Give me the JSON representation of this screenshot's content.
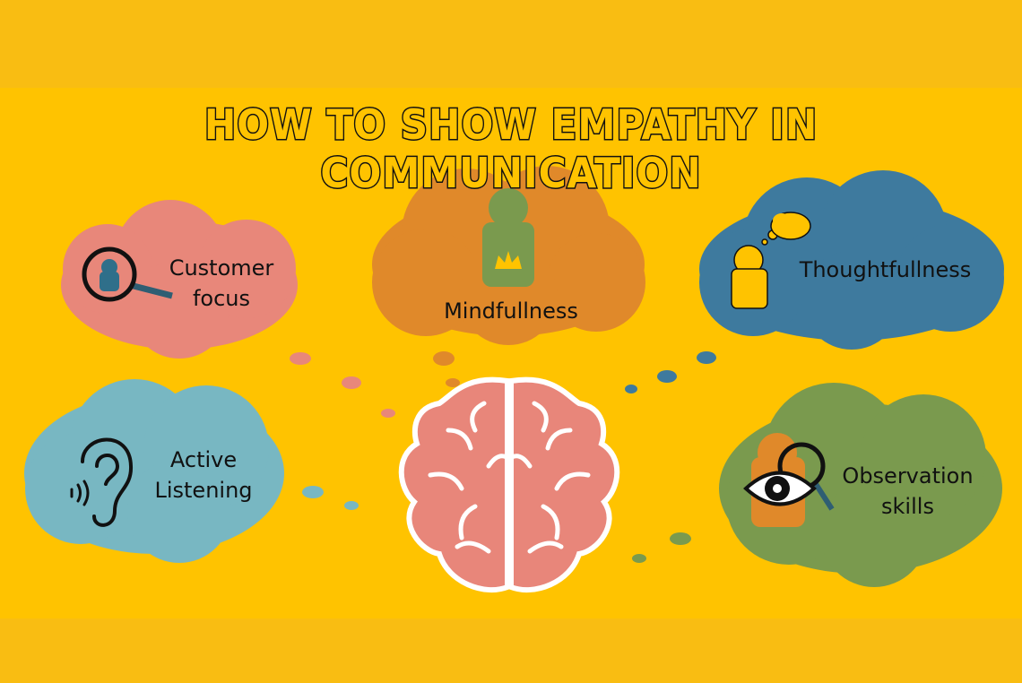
{
  "title": "How to Show Empathy in Communication",
  "items": [
    {
      "label_line1": "Customer",
      "label_line2": "focus",
      "icon": "magnifier-person-icon",
      "color": "#E8877A"
    },
    {
      "label_line1": "Mindfullness",
      "icon": "person-lotus-icon",
      "color": "#E0892A"
    },
    {
      "label_line1": "Thoughtfullness",
      "icon": "person-thought-bubble-icon",
      "color": "#3E7A9E"
    },
    {
      "label_line1": "Active",
      "label_line2": "Listening",
      "icon": "ear-icon",
      "color": "#78B7C2"
    },
    {
      "label_line1": "Observation",
      "label_line2": "skills",
      "icon": "eye-magnifier-icon",
      "color": "#7A9A4E"
    }
  ],
  "center_icon": "brain-icon",
  "background": "#FFC300"
}
